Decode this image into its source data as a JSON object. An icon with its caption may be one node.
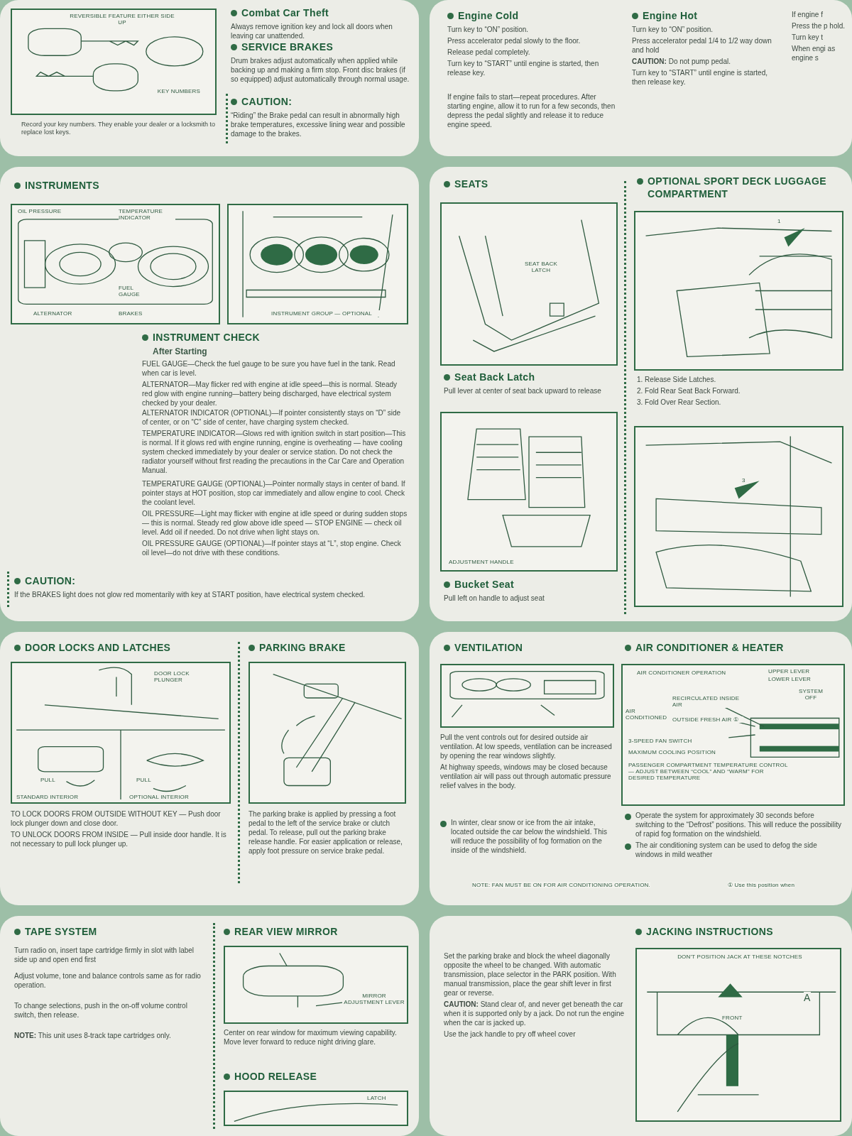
{
  "diagram": {
    "nodes": [
      {
        "text": [],
        "shape": "box"
      },
      {
        "text": [],
        "shape": "picture",
        "in": 0,
        "beside": [
          "Record your key numbers. They enable your dealer or a locksmith to replace lost keys."
        ]
      },
      {
        "text": [
          "Combat Car Theft",
          "Always remove ignition key and lock all doors when leaving car unattended."
        ],
        "in": 0
      },
      {
        "text": [
          "SERVICE BRAKES",
          "Drum brakes adjust automatically when applied while backing up and making a firm stop. Front disc brakes (if so equipped) adjust automatically through normal usage."
        ],
        "in": 0
      },
      {
        "text": [
          "CAUTION:",
          "“Riding” the Brake pedal can result in abnormally high brake temperatures, excessive lining wear and possible damage to the brakes."
        ],
        "in": 0
      },
      {
        "text": [],
        "shape": "box"
      },
      {
        "text": [
          "Engine Cold",
          "Turn key to “ON” position.",
          "Press accelerator pedal slowly to the floor.",
          "Release pedal completely.",
          "Turn key to “START” until engine is started, then release key."
        ],
        "in": 5
      },
      {
        "text": [
          "If engine fails to start—repeat procedures. After starting engine, allow it to run for a few seconds, then depress the pedal slightly and release it to reduce engine speed."
        ],
        "in": 5
      },
      {
        "text": [
          "Engine Hot",
          "Turn key to “ON” position.",
          "Press accelerator pedal 1/4 to 1/2 way down and hold",
          "**CAUTION:** Do not pump pedal.",
          "Turn key to “START” until engine is started, then release key."
        ],
        "in": 5
      },
      {
        "text": [
          "If engine f",
          "Press the p hold.",
          "Turn key t",
          "When engi as engine s"
        ],
        "in": 5
      },
      {
        "text": [],
        "shape": "box"
      },
      {
        "text": [
          "INSTRUMENTS"
        ],
        "in": 10
      },
      {
        "text": [],
        "shape": "picture",
        "in": 10
      },
      {
        "text": [],
        "shape": "picture",
        "in": 10
      },
      {
        "text": [
          "INSTRUMENT CHECK",
          "After Starting",
          "FUEL GAUGE—Check the fuel gauge to be sure you have fuel in the tank. Read when car is level.",
          "ALTERNATOR—May flicker red with engine at idle speed—this is normal. Steady red glow with engine running—battery being discharged, have electrical system checked by your dealer."
        ],
        "in": 10
      },
      {
        "text": [
          "ALTERNATOR INDICATOR (OPTIONAL)—If pointer consistently stays on “D” side of center, or on “C” side of center, have charging system checked.",
          "TEMPERATURE INDICATOR—Glows red with ignition switch in start position—This is normal. If it glows red with engine running, engine is overheating — have cooling system checked immediately by your dealer or service station. Do not check the radiator yourself without first reading the precautions in the Car Care and Operation Manual."
        ],
        "in": 10
      },
      {
        "text": [
          "TEMPERATURE GAUGE (OPTIONAL)—Pointer normally stays in center of band. If pointer stays at HOT position, stop car immediately and allow engine to cool. Check the coolant level.",
          "OIL PRESSURE—Light may flicker with engine at idle speed or during sudden stops — this is normal. Steady red glow above idle speed — STOP ENGINE — check oil level. Add oil if needed. Do not drive when light stays on.",
          "OIL PRESSURE GAUGE (OPTIONAL)—If pointer stays at “L”, stop engine. Check oil level—do not drive with these conditions."
        ],
        "in": 10
      },
      {
        "text": [
          "CAUTION:",
          "If the BRAKES light does not glow red momentarily with key at START position, have electrical system checked."
        ],
        "in": 10
      },
      {
        "text": [],
        "shape": "box"
      },
      {
        "text": [
          "SEATS"
        ],
        "in": 18
      },
      {
        "text": [],
        "shape": "picture",
        "in": 18
      },
      {
        "text": [
          "Seat Back Latch",
          "Pull lever at center of seat back upward to release"
        ],
        "in": 18
      },
      {
        "text": [],
        "shape": "picture",
        "in": 18
      },
      {
        "text": [
          "Bucket Seat",
          "Pull left on handle to adjust seat"
        ],
        "in": 18
      },
      {
        "text": [
          "OPTIONAL SPORT DECK LUGGAGE COMPARTMENT"
        ],
        "in": 18
      },
      {
        "text": [],
        "shape": "picture",
        "in": 18
      },
      {
        "text": [
          "1. Release Side Latches.",
          "2. Fold Rear Seat Back Forward.",
          "3. Fold Over Rear Section."
        ],
        "in": 18
      },
      {
        "text": [],
        "shape": "picture",
        "in": 18
      },
      {
        "text": [],
        "shape": "box"
      },
      {
        "text": [
          "DOOR LOCKS AND LATCHES"
        ],
        "in": 28
      },
      {
        "text": [],
        "shape": "picture",
        "in": 28
      },
      {
        "text": [
          "TO LOCK DOORS FROM OUTSIDE WITHOUT KEY — Push door lock plunger down and close door.",
          "TO UNLOCK DOORS FROM INSIDE — Pull inside door handle. It is not necessary to pull lock plunger up."
        ],
        "in": 28
      },
      {
        "text": [
          "PARKING BRAKE"
        ],
        "in": 28
      },
      {
        "text": [],
        "shape": "picture",
        "in": 28
      },
      {
        "text": [
          "The parking brake is applied by pressing a foot pedal to the left of the service brake or clutch pedal. To release, pull out the parking brake release handle. For easier application or release, apply foot pressure on service brake pedal."
        ],
        "in": 28
      },
      {
        "text": [],
        "shape": "box"
      },
      {
        "text": [
          "VENTILATION"
        ],
        "in": 35
      },
      {
        "text": [],
        "shape": "picture",
        "in": 35
      },
      {
        "text": [
          "Pull the vent controls out for desired outside air ventilation. At low speeds, ventilation can be increased by opening the rear windows slightly.",
          "At highway speeds, windows may be closed because ventilation air will pass out through automatic pressure relief valves in the body."
        ],
        "in": 35
      },
      {
        "text": [
          "In winter, clear snow or ice from the air intake, located outside the car below the windshield. This will reduce the possibility of fog formation on the inside of the windshield."
        ],
        "in": 35
      },
      {
        "text": [
          "AIR CONDITIONER & HEATER"
        ],
        "in": 35
      },
      {
        "text": [],
        "shape": "picture",
        "in": 35
      },
      {
        "text": [
          "Operate the system for approximately 30 seconds before switching to the “Defrost” positions. This will reduce the possibility of rapid fog formation on the windshield.",
          "The air conditioning system can be used to defog the side windows in mild weather"
        ],
        "in": 35
      },
      {
        "text": [],
        "shape": "box"
      },
      {
        "text": [
          "TAPE SYSTEM",
          "Turn radio on, insert tape cartridge firmly in slot with label side up and open end first",
          "Adjust volume, tone and balance controls same as for radio operation."
        ],
        "in": 43
      },
      {
        "text": [
          "To change selections, push in the on-off volume control switch, then release.",
          "**NOTE:** This unit uses 8-track tape cartridges only."
        ],
        "in": 43
      },
      {
        "text": [
          "REAR VIEW MIRROR"
        ],
        "in": 43
      },
      {
        "text": [],
        "shape": "picture",
        "in": 43
      },
      {
        "text": [
          "Center on rear window for maximum viewing capability. Move lever forward to reduce night driving glare."
        ],
        "in": 43
      },
      {
        "text": [
          "HOOD RELEASE"
        ],
        "in": 43
      },
      {
        "text": [],
        "shape": "picture",
        "in": 43
      },
      {
        "text": [],
        "shape": "box"
      },
      {
        "text": [
          "JACKING INSTRUCTIONS"
        ],
        "in": 51
      },
      {
        "text": [
          "Set the parking brake and block the wheel diagonally opposite the wheel to be changed. With automatic transmission, place selector in the PARK position. With manual transmission, place the gear shift lever in first gear or reverse.",
          "**CAUTION:** Stand clear of, and never get beneath the car when it is supported only by a jack. Do not run the engine when the car is jacked up.",
          "Use the jack handle to pry off wheel cover"
        ],
        "in": 51
      },
      {
        "text": [],
        "shape": "picture",
        "in": 51
      }
    ],
    "labels": [
      "REVERSIBLE FEATURE EITHER SIDE UP",
      "KEY NUMBERS",
      "OIL PRESSURE",
      "TEMPERATURE INDICATOR",
      "FUEL GAUGE",
      "ALTERNATOR",
      "BRAKES",
      "INSTRUMENT GROUP — OPTIONAL",
      "SEAT BACK LATCH",
      "1",
      "ADJUSTMENT HANDLE",
      "3",
      "DOOR LOCK PLUNGER",
      "PULL",
      "PULL",
      "STANDARD INTERIOR",
      "OPTIONAL INTERIOR",
      "AIR CONDITIONER OPERATION",
      "UPPER LEVER",
      "LOWER LEVER",
      "SYSTEM OFF",
      "RECIRCULATED INSIDE AIR",
      "AIR CONDITIONED",
      "OUTSIDE FRESH AIR ①",
      "3-SPEED FAN SWITCH",
      "MAXIMUM COOLING POSITION",
      "PASSENGER COMPARTMENT TEMPERATURE CONTROL— ADJUST BETWEEN “COOL” AND “WARM” FOR DESIRED TEMPERATURE",
      "NOTE: FAN MUST BE ON FOR AIR CONDITIONING OPERATION.",
      "① Use this position when",
      "MIRROR ADJUSTMENT LEVER",
      "LATCH",
      "DON'T POSITION JACK AT THESE NOTCHES",
      "A",
      "FRONT"
    ]
  }
}
